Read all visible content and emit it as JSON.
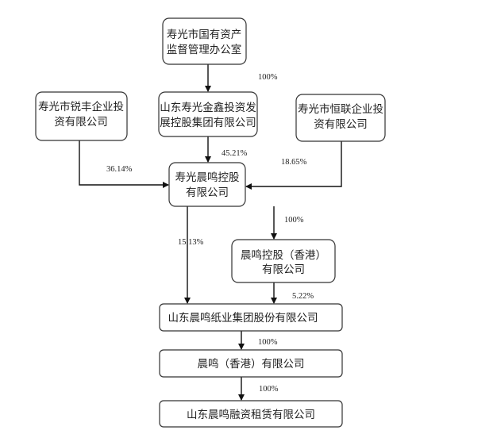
{
  "nodes": {
    "sasac": [
      "寿光市国有资产",
      "监督管理办公室"
    ],
    "jinxin": [
      "山东寿光金鑫投资发",
      "展控股集团有限公司"
    ],
    "ruifeng": [
      "寿光市锐丰企业投",
      "资有限公司"
    ],
    "henglian": [
      "寿光市恒联企业投",
      "资有限公司"
    ],
    "chenming_holding": [
      "寿光晨鸣控股",
      "有限公司"
    ],
    "chenming_hk_holding": [
      "晨鸣控股（香港）",
      "有限公司"
    ],
    "paper": "山东晨鸣纸业集团股份有限公司",
    "chenming_hk": "晨鸣（香港）有限公司",
    "leasing": "山东晨鸣融资租赁有限公司"
  },
  "edges": {
    "sasac_jinxin": "100%",
    "jinxin_holding": "45.21%",
    "ruifeng_holding": "36.14%",
    "henglian_holding": "18.65%",
    "holding_hkholding": "100%",
    "holding_paper": "15.13%",
    "hkholding_paper": "5.22%",
    "paper_hk": "100%",
    "hk_leasing": "100%"
  }
}
